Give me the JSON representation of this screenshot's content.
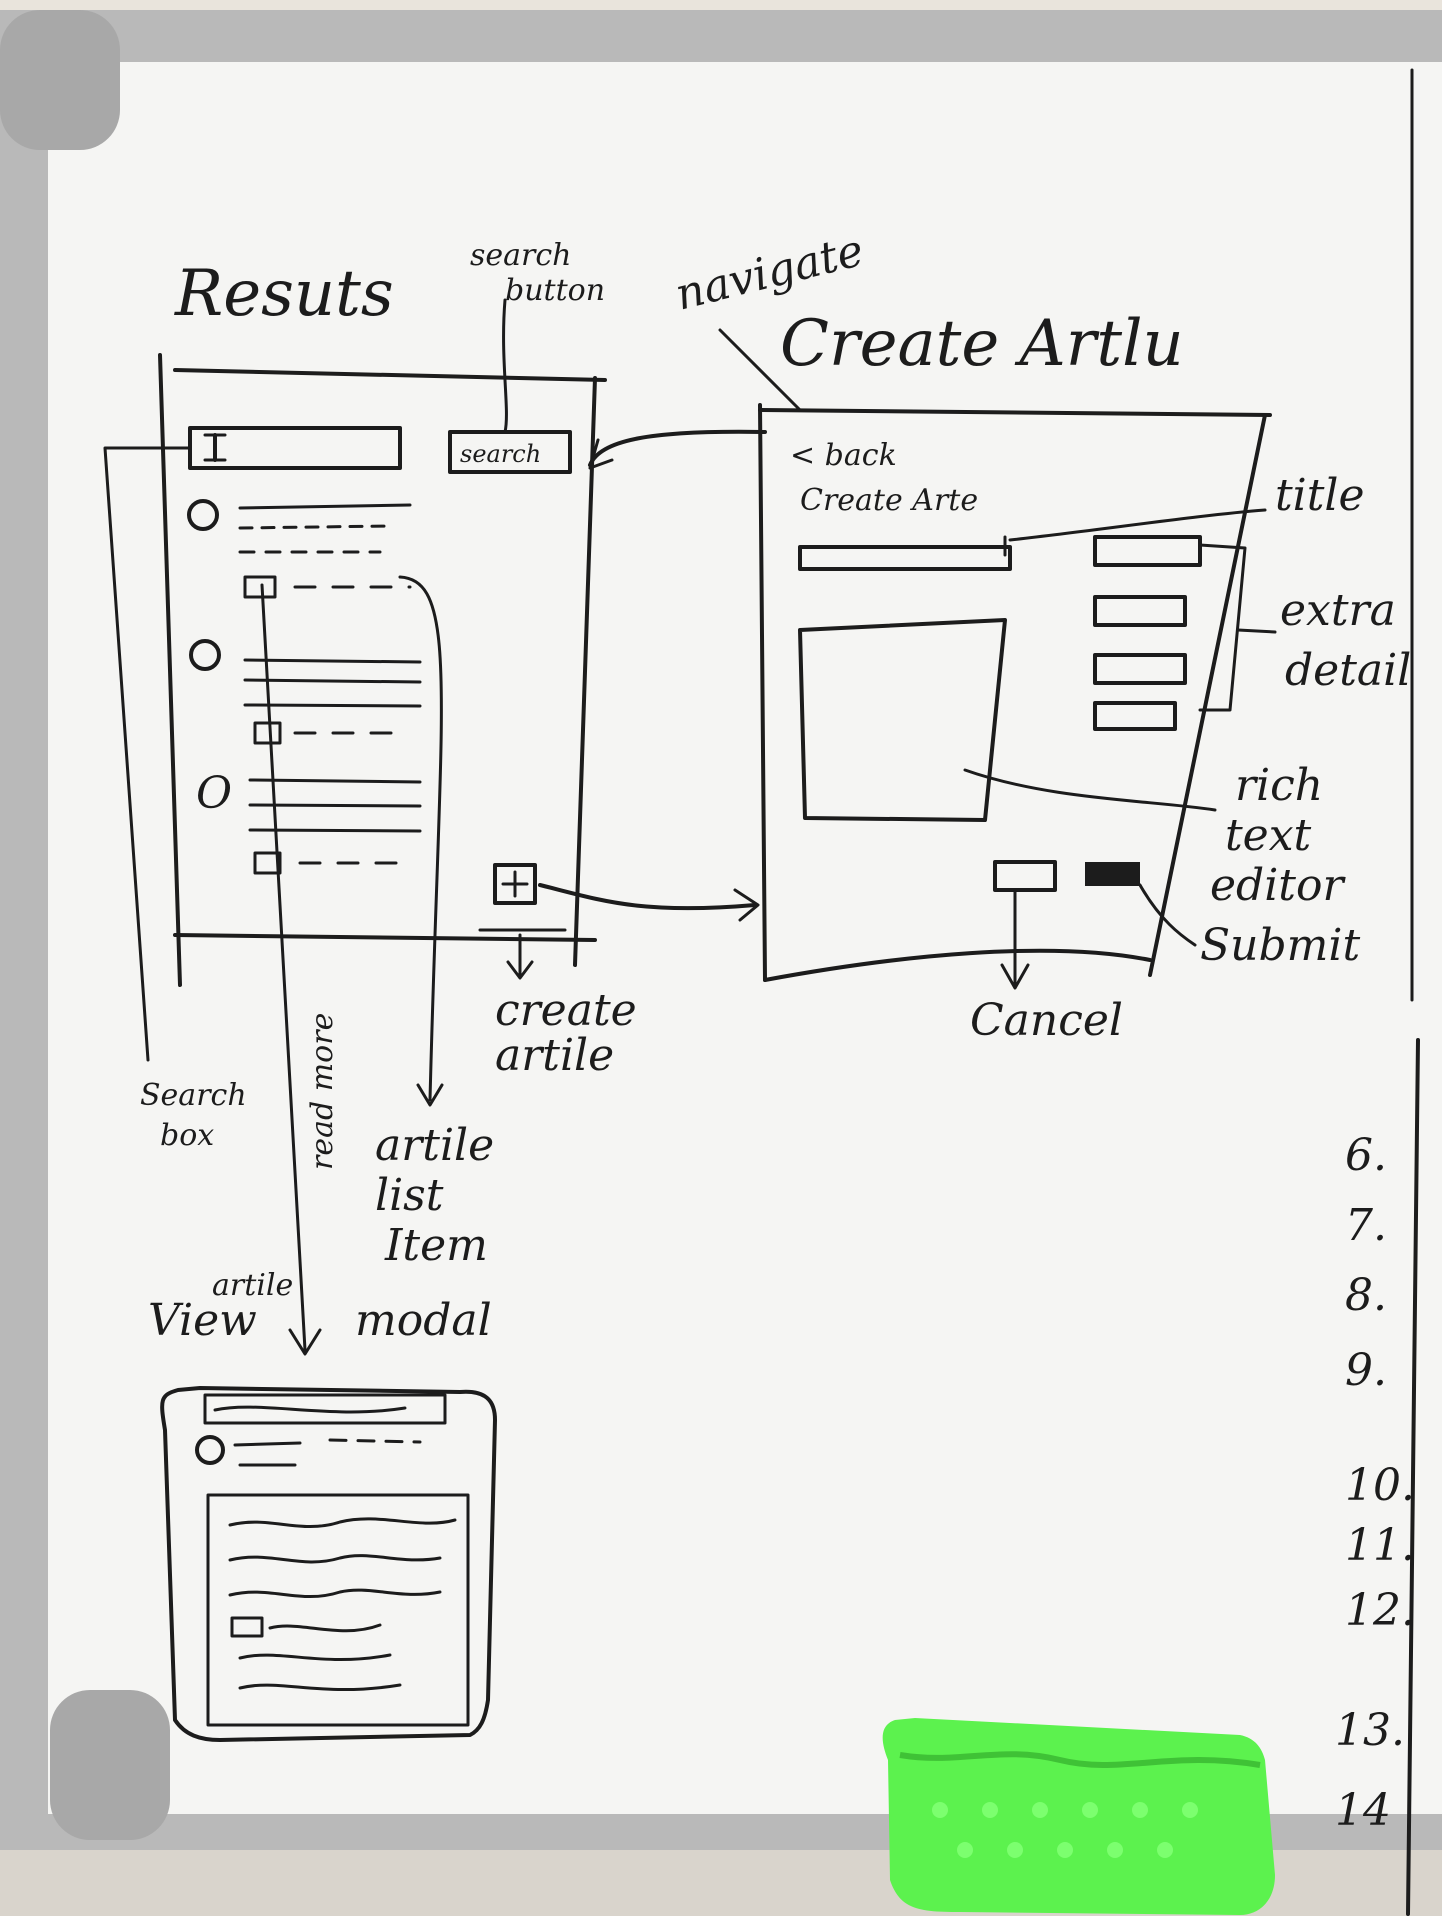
{
  "board": {
    "frame_color": "#b9b9b9",
    "surface_color": "#f5f5f3",
    "ink_color": "#1c1c1c",
    "eraser_color": "#5cf24e"
  },
  "results": {
    "title": "Resuts",
    "search_button_note_1": "search",
    "search_button_note_2": "button",
    "search_button_text": "search",
    "search_box_note_1": "Search",
    "search_box_note_2": "box",
    "read_more_note": "read more",
    "article_list_item_note_1": "artile",
    "article_list_item_note_2": "list",
    "article_list_item_note_3": "Item",
    "create_article_note_1": "create",
    "create_article_note_2": "artile"
  },
  "navigate_note": "navigate",
  "create_article": {
    "title": "Create Artlu",
    "back_text": "< back",
    "form_heading": "Create Arte",
    "title_note": "title",
    "extra_detail_note_1": "extra",
    "extra_detail_note_2": "detail",
    "rich_text_note_1": "rich",
    "rich_text_note_2": "text",
    "rich_text_note_3": "editor",
    "submit_note": "Submit",
    "cancel_note": "Cancel"
  },
  "view_modal": {
    "title_1": "View",
    "title_2": "artile",
    "title_3": "modal"
  },
  "edge_numbers": [
    "6.",
    "7.",
    "8.",
    "9.",
    "10.",
    "11.",
    "12.",
    "13.",
    "14"
  ]
}
